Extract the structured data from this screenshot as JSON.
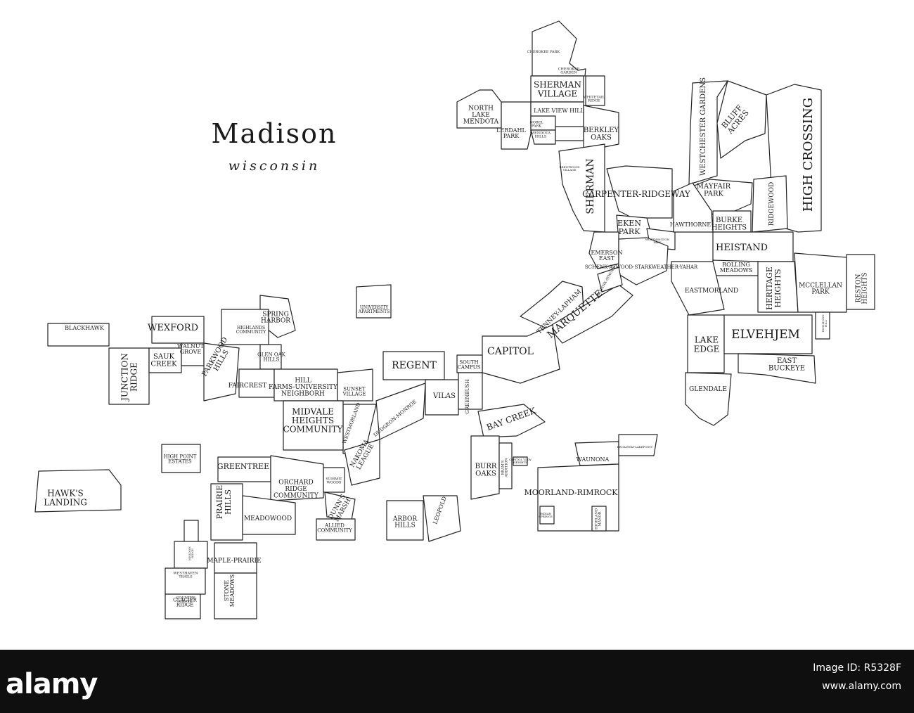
{
  "map": {
    "title": "Madison",
    "subtitle": "wisconsin",
    "neighborhoods": [
      {
        "name": "CHEROKEE PARK"
      },
      {
        "name": "CHEROKEE GARDEN"
      },
      {
        "name": "SHERMAN VILLAGE"
      },
      {
        "name": "NORTH LAKE MENDOTA"
      },
      {
        "name": "WHITETAIL RIDGE"
      },
      {
        "name": "LAKE VIEW HILL"
      },
      {
        "name": "NOBEL PARK"
      },
      {
        "name": "LERDAHL PARK"
      },
      {
        "name": "MENDOTA HILLS"
      },
      {
        "name": "BERKLEY OAKS"
      },
      {
        "name": "SHERMAN"
      },
      {
        "name": "BRENTWOOD VILLAGE"
      },
      {
        "name": "CARPENTER-RIDGEWAY"
      },
      {
        "name": "EKEN PARK"
      },
      {
        "name": "WORTHINGTON PARK"
      },
      {
        "name": "EMERSON EAST"
      },
      {
        "name": "SCHENK-ATWOOD-STARKWEATHER-YAHAR"
      },
      {
        "name": "WESTCHESTER GARDENS"
      },
      {
        "name": "BLUFF ACRES"
      },
      {
        "name": "HIGH CROSSING"
      },
      {
        "name": "MAYFAIR PARK"
      },
      {
        "name": "RIDGEWOOD"
      },
      {
        "name": "BURKE HEIGHTS"
      },
      {
        "name": "HAWTHORNE"
      },
      {
        "name": "HEISTAND"
      },
      {
        "name": "ROLLING MEADOWS"
      },
      {
        "name": "HERITAGE HEIGHTS"
      },
      {
        "name": "MCCLELLAN PARK"
      },
      {
        "name": "RESTON HEIGHTS"
      },
      {
        "name": "EASTMORLAND"
      },
      {
        "name": "RICHMOND HILL"
      },
      {
        "name": "LAKE EDGE"
      },
      {
        "name": "ELVEHJEM"
      },
      {
        "name": "EAST BUCKEYE"
      },
      {
        "name": "GLENDALE"
      },
      {
        "name": "TENNEY-LAPHAM"
      },
      {
        "name": "MARQUETTE"
      },
      {
        "name": "SCHENK-ATWOOD"
      },
      {
        "name": "CAPITOL"
      },
      {
        "name": "UNIVERSITY APARTMENTS"
      },
      {
        "name": "BLACKHAWK"
      },
      {
        "name": "WEXFORD"
      },
      {
        "name": "SPRING HARBOR"
      },
      {
        "name": "HIGHLANDS COMMUNITY"
      },
      {
        "name": "JUNCTION RIDGE"
      },
      {
        "name": "SAUK CREEK"
      },
      {
        "name": "WALNUT GROVE"
      },
      {
        "name": "PARKWOOD HILLS"
      },
      {
        "name": "GLEN OAK HILLS"
      },
      {
        "name": "FAIRCREST"
      },
      {
        "name": "HILL FARMS-UNIVERSITY NEIGHBORH"
      },
      {
        "name": "SUNSET VILLAGE"
      },
      {
        "name": "REGENT"
      },
      {
        "name": "SOUTH CAMPUS"
      },
      {
        "name": "VILAS"
      },
      {
        "name": "GREENBUSH"
      },
      {
        "name": "DUDGEON-MONROE"
      },
      {
        "name": "WESTMORLAND"
      },
      {
        "name": "MIDVALE HEIGHTS COMMUNITY"
      },
      {
        "name": "NAKOMA LEAGUE"
      },
      {
        "name": "BAY CREEK"
      },
      {
        "name": "BURR OAKS"
      },
      {
        "name": "BRAM'S ADDITION"
      },
      {
        "name": "CAPITOL VIEW HEIGHTS"
      },
      {
        "name": "HIGH POINT ESTATES"
      },
      {
        "name": "HAWK'S LANDING"
      },
      {
        "name": "GREENTREE"
      },
      {
        "name": "ORCHARD RIDGE COMMUNITY"
      },
      {
        "name": "SUMMIT WOODS"
      },
      {
        "name": "PRAIRIE HILLS"
      },
      {
        "name": "MEADOWOOD"
      },
      {
        "name": "DUNN'S MARSH"
      },
      {
        "name": "ALLIED COMMUNITY"
      },
      {
        "name": "ARBOR HILLS"
      },
      {
        "name": "LEOPOLD"
      },
      {
        "name": "WAUNONA"
      },
      {
        "name": "BROADWAY-LAKEPOINT"
      },
      {
        "name": "MOORLAND-RIMROCK"
      },
      {
        "name": "INDIAN SPRINGS"
      },
      {
        "name": "HIGHLAND MANOR"
      },
      {
        "name": "MEADOW RIDGE"
      },
      {
        "name": "WESTHAVEN TRAILS"
      },
      {
        "name": "COUNTRY GROVE"
      },
      {
        "name": "GLACIER RIDGE"
      },
      {
        "name": "MAPLE-PRAIRIE"
      },
      {
        "name": "STONE MEADOWS"
      }
    ]
  },
  "footer": {
    "brand": "alamy",
    "image_id": "Image ID: R5328F",
    "site": "www.alamy.com"
  },
  "colors": {
    "stroke": "#222222",
    "fill": "#ffffff",
    "footer_bg": "#0f0f0f",
    "footer_text": "#ffffff"
  }
}
